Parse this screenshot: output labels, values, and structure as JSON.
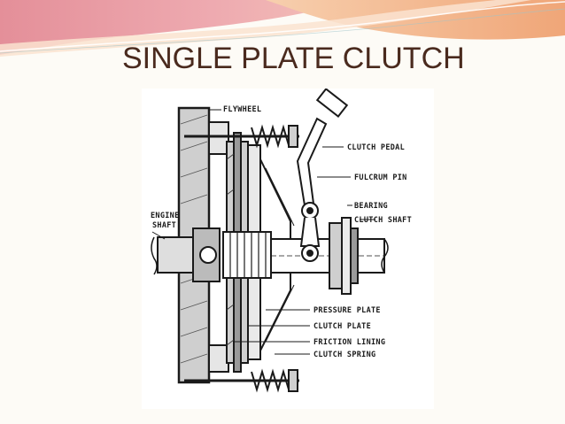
{
  "slide": {
    "title": "SINGLE PLATE CLUTCH",
    "colors": {
      "title": "#4a2a1e",
      "banner_pink": "#e8a0a6",
      "banner_coral": "#f2b08a",
      "banner_peach": "#f7d4b0",
      "background": "#fdfbf6",
      "ink": "#1a1a1a"
    }
  },
  "diagram": {
    "labels": {
      "flywheel": "FLYWHEEL",
      "clutch_pedal": "CLUTCH PEDAL",
      "fulcrum_pin": "FULCRUM PIN",
      "bearing": "BEARING",
      "clutch_shaft": "CLUTCH SHAFT",
      "engine": "ENGINE",
      "shaft": "SHAFT",
      "pressure_plate": "PRESSURE PLATE",
      "clutch_plate": "CLUTCH PLATE",
      "friction_lining": "FRICTION LINING",
      "clutch_spring": "CLUTCH SPRING"
    }
  }
}
